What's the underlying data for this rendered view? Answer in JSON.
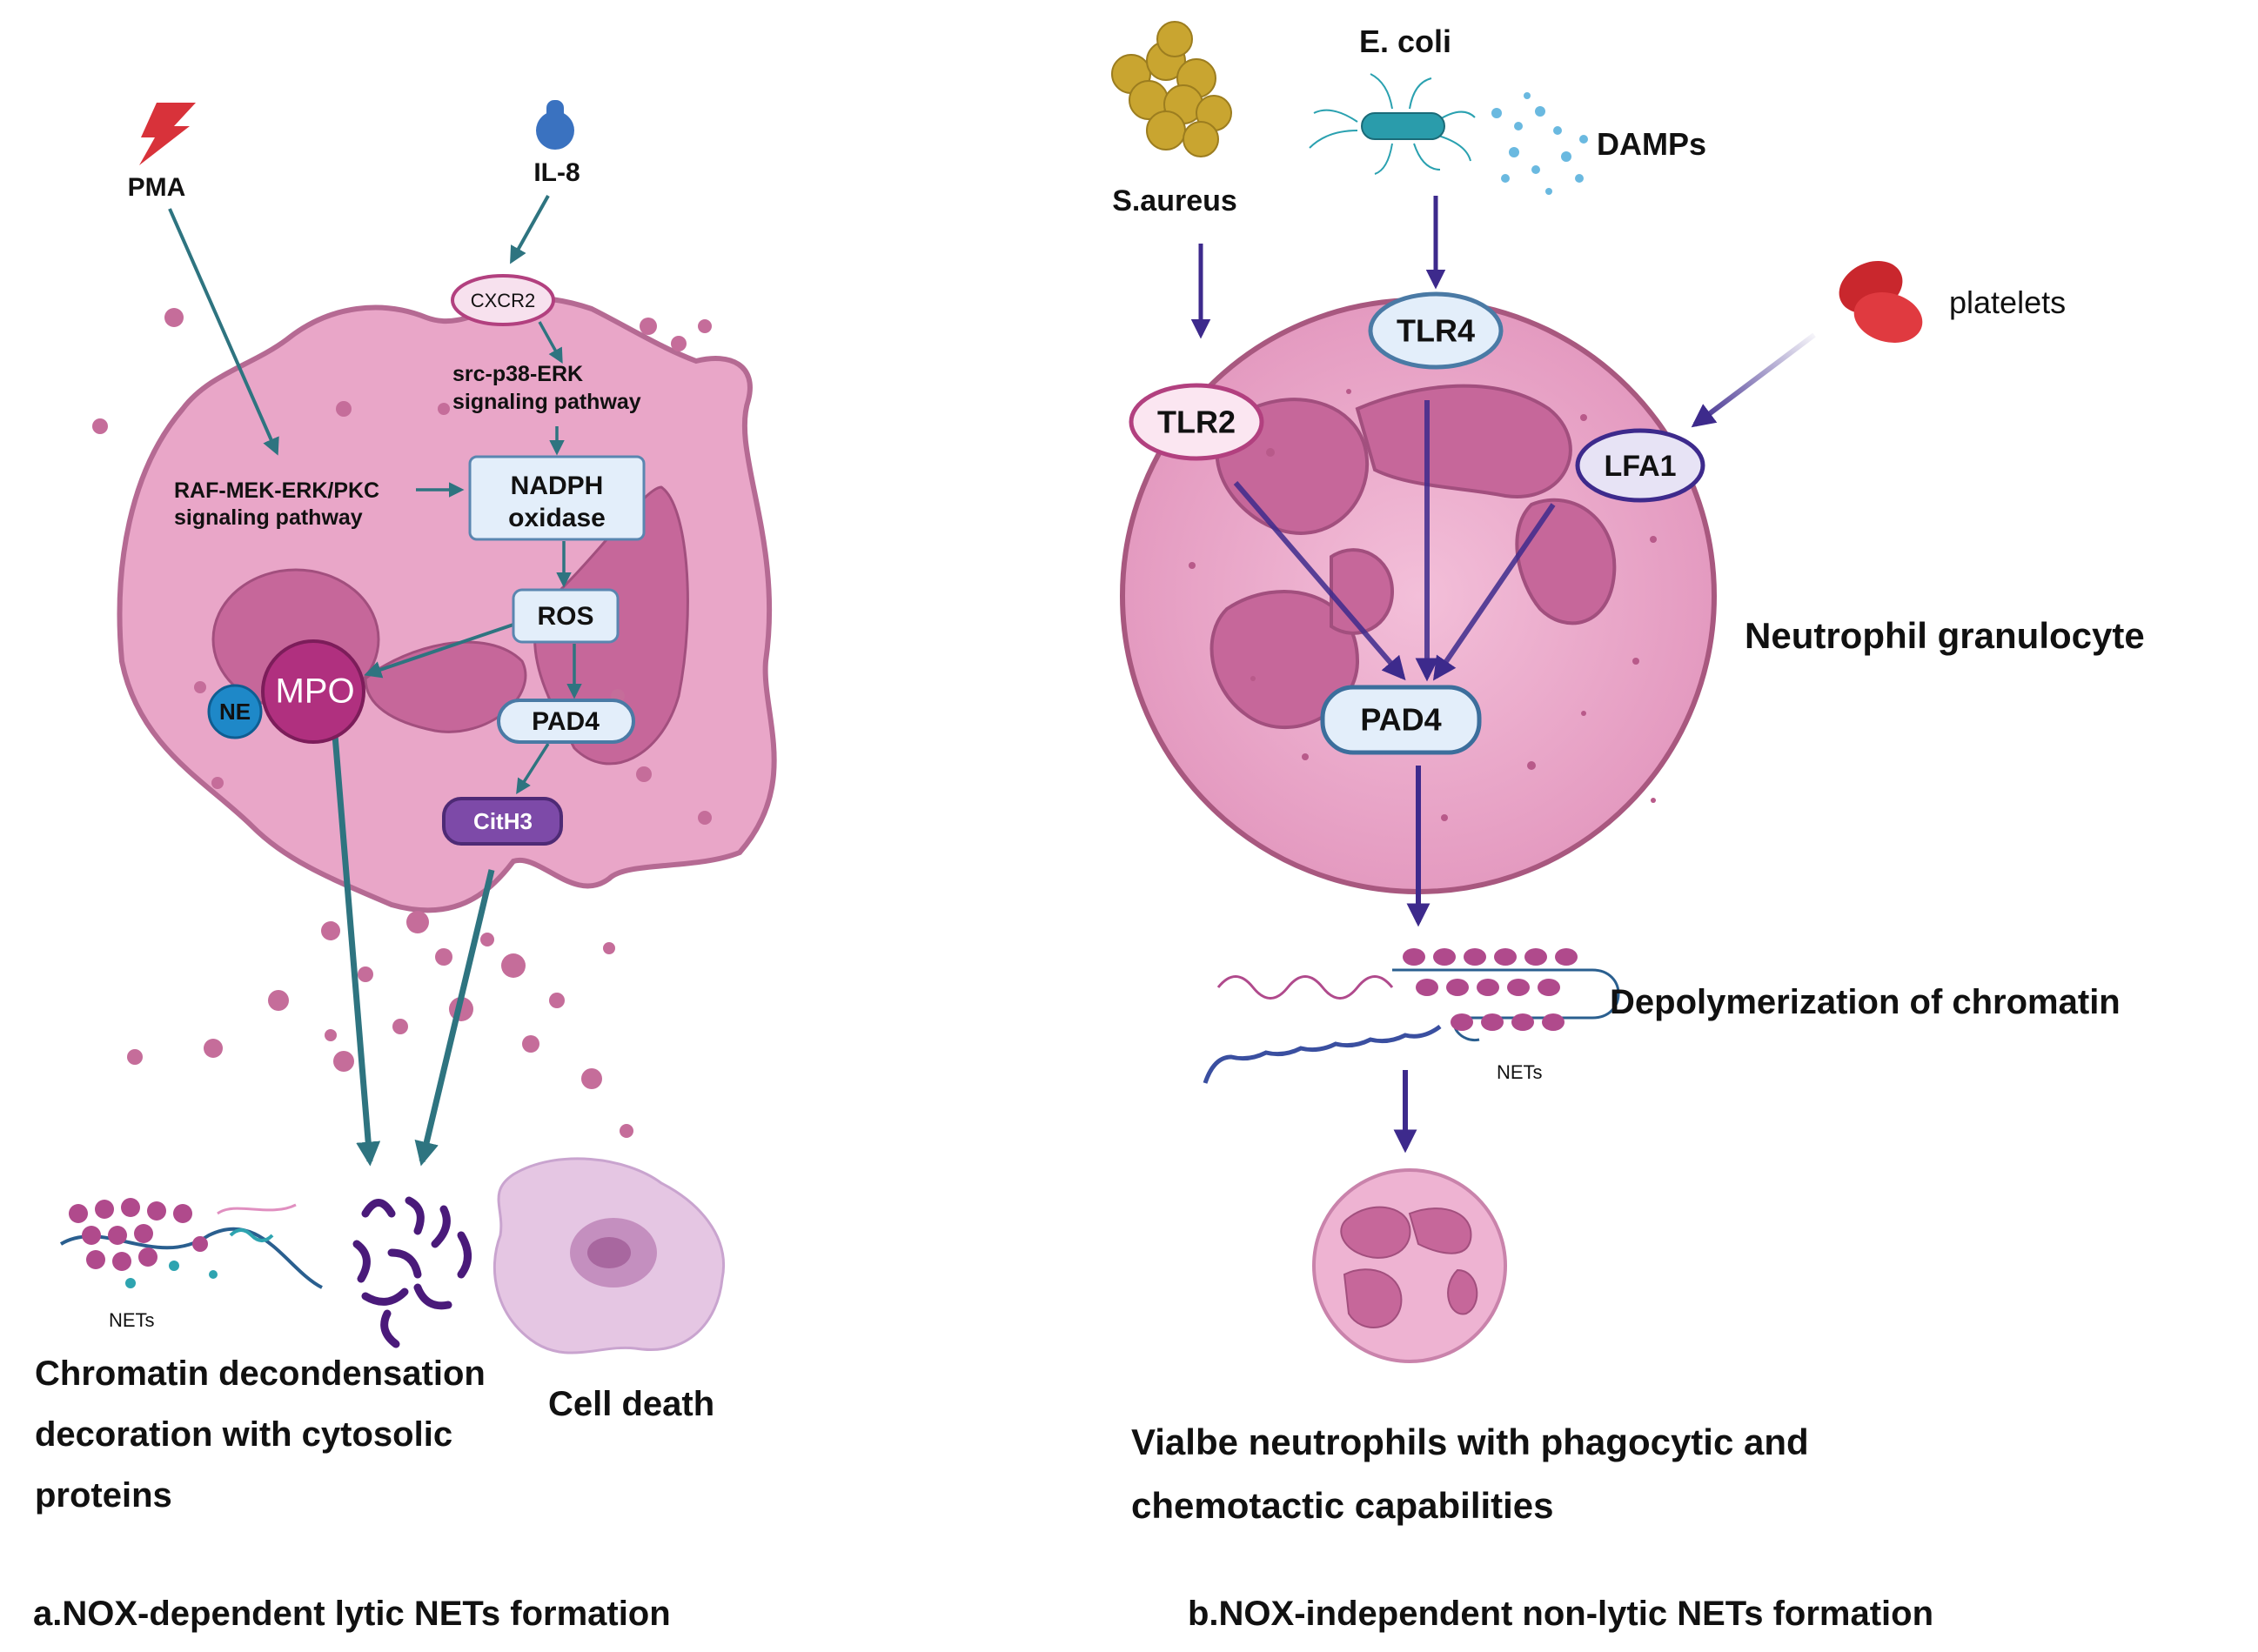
{
  "panel_a": {
    "stimuli": {
      "pma": "PMA",
      "il8": "IL-8"
    },
    "nodes": {
      "cxcr2": "CXCR2",
      "nadph_line1": "NADPH",
      "nadph_line2": "oxidase",
      "ros": "ROS",
      "pad4": "PAD4",
      "cith3": "CitH3",
      "mpo": "MPO",
      "ne": "NE"
    },
    "pathways": {
      "src_line1": "src-p38-ERK",
      "src_line2": "signaling pathway",
      "raf_line1": "RAF-MEK-ERK/PKC",
      "raf_line2": "signaling pathway"
    },
    "outcomes": {
      "nets_small": "NETs",
      "chromatin_line1": "Chromatin decondensation",
      "chromatin_line2": "decoration with cytosolic",
      "chromatin_line3": "proteins",
      "cell_death": "Cell death"
    },
    "caption": "a.NOX-dependent lytic NETs formation",
    "caption_color": "#1a9e8f"
  },
  "panel_b": {
    "stimuli": {
      "saureus": "S.aureus",
      "ecoli": "E. coli",
      "damps": "DAMPs",
      "platelets": "platelets"
    },
    "receptors": {
      "tlr2": "TLR2",
      "tlr4": "TLR4",
      "lfa1": "LFA1"
    },
    "nodes": {
      "pad4": "PAD4"
    },
    "cell_label": "Neutrophil granulocyte",
    "outcomes": {
      "depolymerization": "Depolymerization of chromatin",
      "nets_small": "NETs",
      "viable_line1": "Vialbe neutrophils with phagocytic and",
      "viable_line2": "chemotactic capabilities"
    },
    "caption": "b.NOX-independent non-lytic NETs formation",
    "caption_color": "#d9646c"
  },
  "colors": {
    "cell_fill": "#e9a6c8",
    "cell_stroke": "#b56a93",
    "nucleus": "#c6679a",
    "teal_arrow": "#2e7480",
    "purple_arrow": "#3d2a8c",
    "box_fill": "#e3eefa",
    "box_stroke": "#5a86b0",
    "mpo": "#b0307f",
    "ne": "#1e88c8",
    "cith3": "#7d4aa8"
  }
}
